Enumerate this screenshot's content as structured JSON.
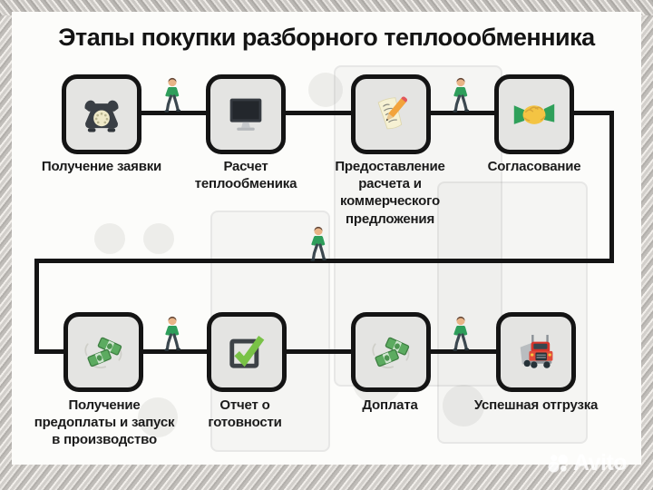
{
  "title": "Этапы покупки разборного теплоообменника",
  "steps": [
    {
      "label": "Получение заявки",
      "icon": "telephone-icon"
    },
    {
      "label": "Расчет\nтеплообменика",
      "icon": "computer-monitor-icon"
    },
    {
      "label": "Предоставление\nрасчета и\nкоммерческого\nпредложения",
      "icon": "document-pencil-icon"
    },
    {
      "label": "Согласование",
      "icon": "handshake-icon"
    },
    {
      "label": "Получение\nпредоплаты и запуск\nв производство",
      "icon": "money-icon"
    },
    {
      "label": "Отчет о\nготовности",
      "icon": "checkbox-checked-icon"
    },
    {
      "label": "Доплата",
      "icon": "money-icon"
    },
    {
      "label": "Успешная отгрузка",
      "icon": "truck-icon"
    }
  ],
  "watermark": {
    "brand": "Avito",
    "logo": "avito-dots-icon"
  },
  "colors": {
    "line_black": "#141414",
    "box_fill": "#e4e4e2",
    "panel_white": "#fcfcfa",
    "accent_green": "#2e9e5b",
    "check_green": "#79c247",
    "truck_red": "#e03c31",
    "handshake_yellow": "#f4c443",
    "money_green": "#5cab60"
  }
}
